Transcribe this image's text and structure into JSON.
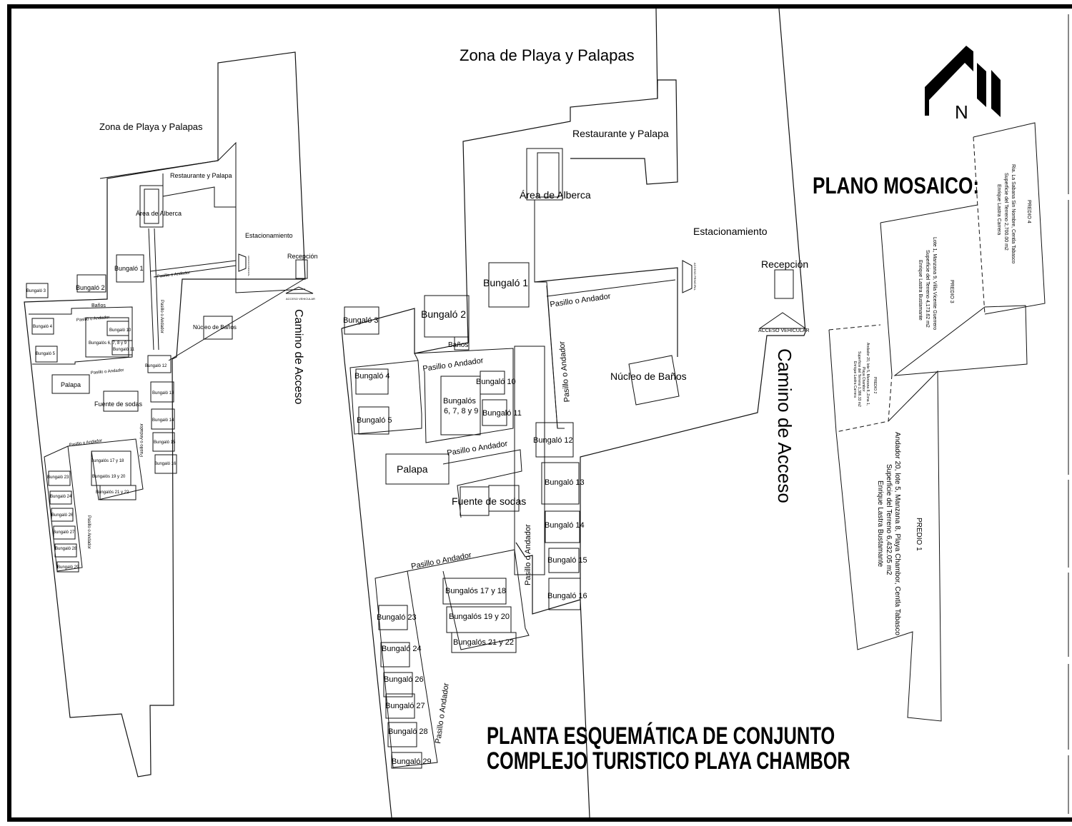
{
  "north": {
    "letter": "N"
  },
  "mosaic": {
    "title": "PLANO MOSAICO:",
    "predio4": [
      "PREDIO 4",
      "Ria. La Sabana Sin Nombre, Centla Tabasco",
      "Superficie del Terreno 2,700.00 m2",
      "Enrique Lastra Carrera"
    ],
    "predio3": [
      "PREDIO 3",
      "Lote 1, Manzana 9, Villa Vicente Guerrero",
      "Superficie del Terreno 4,173.62 m2",
      "Enrique Lastra Bustamante"
    ],
    "predio2": [
      "PREDIO 2",
      "Andador 20, lote 5, Manzana 8, Zona 1,",
      "Playa Chambor",
      "Superficie del Terreno 1,386.33 m2",
      "Enrique Lastra Carrera"
    ],
    "predio1": [
      "PREDIO 1",
      "Andador 20, lote 5, Manzana 8, Playa Chambor, Centla Tabasco",
      "Superficie del Terreno 6,432.05 m2",
      "Enrique Lastra Bustamante"
    ]
  },
  "title_block": {
    "line1": "PLANTA ESQUEMÁTICA DE CONJUNTO",
    "line2": "COMPLEJO TURISTICO PLAYA CHAMBOR"
  },
  "large_plan": {
    "beach": "Zona de Playa y Palapas",
    "restaurant": "Restaurante y Palapa",
    "pool": "Área de Alberca",
    "parking": "Estacionamiento",
    "reception": "Recepción",
    "main_access": "ACCESO PRINCIPAL",
    "vehicle_access": "ACCESO VEHICULAR",
    "road": "Camino de Acceso",
    "baths": "Núcleo de Baños",
    "toilets": "Baños",
    "palapa": "Palapa",
    "sodas": "Fuente de sodas",
    "walk": "Pasillo o Andador",
    "b1": "Bungaló 1",
    "b2": "Bungaló 2",
    "b3": "Bungaló 3",
    "b4": "Bungaló 4",
    "b5": "Bungaló 5",
    "b6789": "Bungalós 6, 7, 8 y 9",
    "b10": "Bungaló 10",
    "b11": "Bungaló 11",
    "b12": "Bungaló 12",
    "b13": "Bungaló 13",
    "b14": "Bungaló 14",
    "b15": "Bungaló 15",
    "b16": "Bungaló 16",
    "b1718": "Bungalós 17 y 18",
    "b1920": "Bungalós 19 y 20",
    "b2122": "Bungalós 21 y 22",
    "b23": "Bungaló 23",
    "b24": "Bungaló 24",
    "b26": "Bungaló 26",
    "b27": "Bungaló 27",
    "b28": "Bungaló 28",
    "b29": "Bungaló 29"
  },
  "small_plan": {
    "beach": "Zona de Playa y Palapas",
    "restaurant": "Restaurante y Palapa",
    "pool": "Área de Alberca",
    "parking": "Estacionamiento",
    "reception": "Recepción",
    "main_access": "ACCESO PRINCIPAL",
    "vehicle_access": "ACCESO VEHICULAR",
    "road": "Camino de Acceso",
    "baths": "Núcleo de Baños",
    "toilets": "Baños",
    "palapa": "Palapa",
    "sodas": "Fuente de sodas",
    "walk": "Pasillo o Andador",
    "b1": "Bungaló 1",
    "b2": "Bungaló 2",
    "b3": "Bungaló 3",
    "b4": "Bungaló 4",
    "b5": "Bungaló 5",
    "b6789": "Bungalós 6, 7, 8 y 9",
    "b10": "Bungaló 10",
    "b11": "Bungaló 11",
    "b12": "Bungaló 12",
    "b13": "Bungaló 13",
    "b14": "Bungaló 14",
    "b15": "Bungaló 15",
    "b16": "Bungaló 16",
    "b1718": "Bungalós 17 y 18",
    "b1920": "Bungalós 19 y 20",
    "b2122": "Bungalós 21 y 22",
    "b23": "Bungaló 23",
    "b24": "Bungaló 24",
    "b26": "Bungaló 26",
    "b27": "Bungaló 27",
    "b28": "Bungaló 28",
    "b29": "Bungaló 29"
  }
}
